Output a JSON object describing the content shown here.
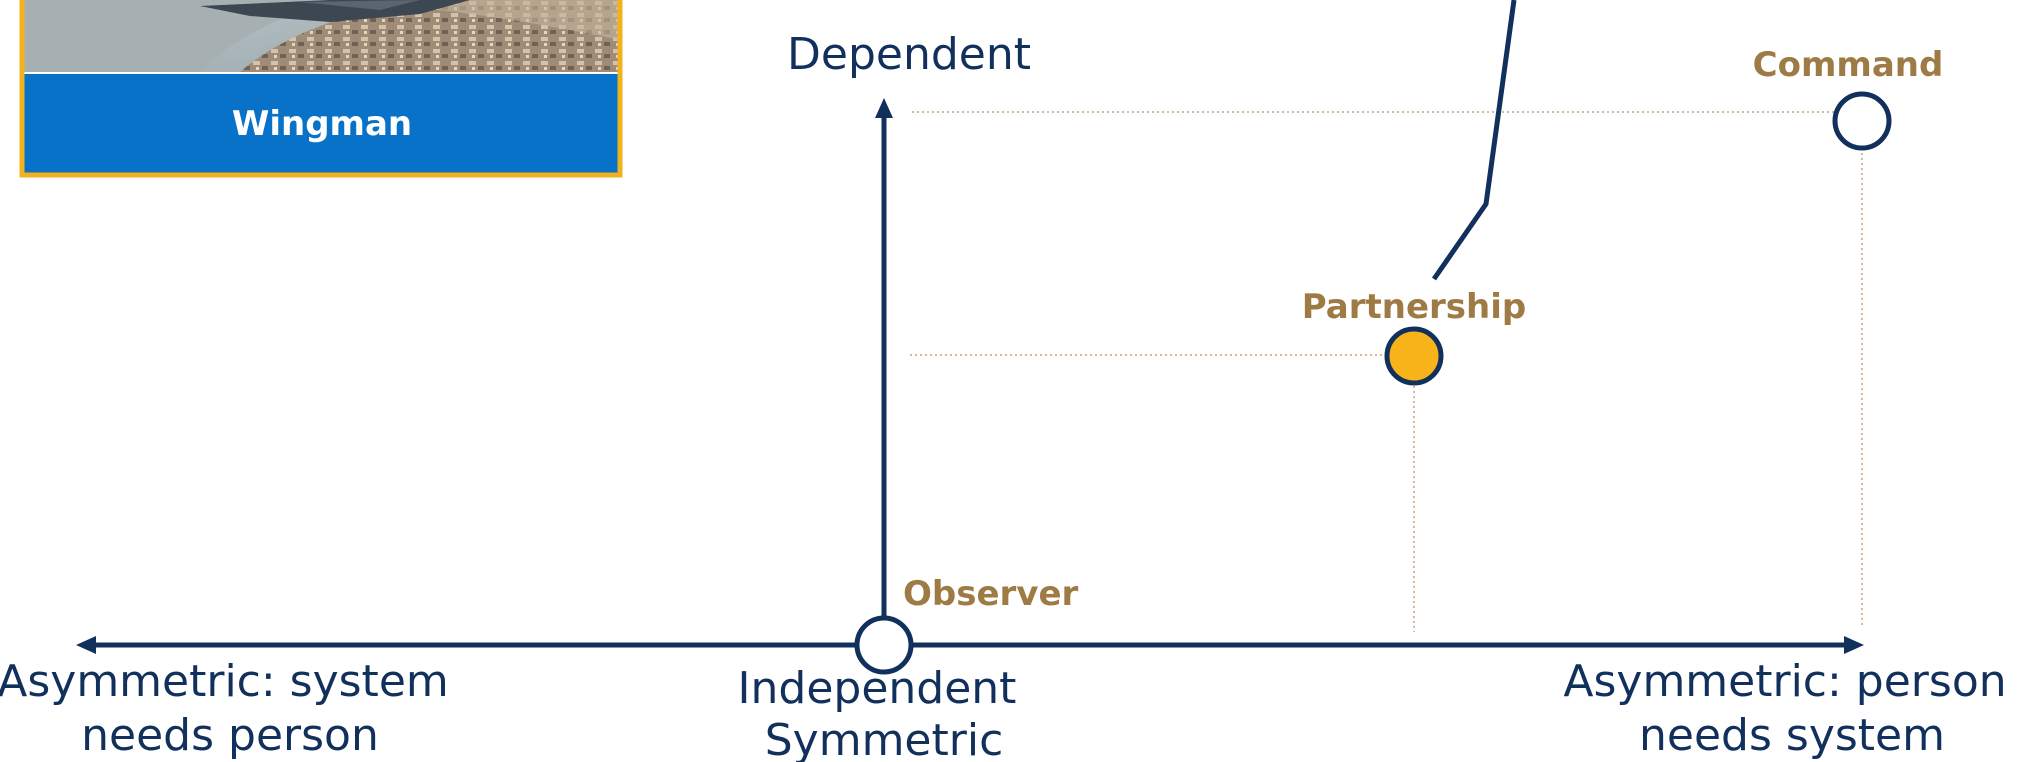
{
  "axes": {
    "y_label": "Dependent",
    "x_left_label": [
      "Asymmetric: system",
      "needs person"
    ],
    "x_right_label": [
      "Asymmetric: person",
      "needs system"
    ],
    "origin_label": [
      "Independent",
      "Symmetric"
    ]
  },
  "modes": [
    {
      "name": "Observer",
      "highlighted": false
    },
    {
      "name": "Partnership",
      "highlighted": true
    },
    {
      "name": "Command",
      "highlighted": false
    }
  ],
  "card": {
    "label": "Wingman",
    "border_color": "#f2b21b",
    "band_color": "#0872c8"
  },
  "colors": {
    "axis": "#12305c",
    "mode_label": "#9e7a45",
    "highlight_fill": "#f8b31b",
    "guide": "#d8b896"
  }
}
